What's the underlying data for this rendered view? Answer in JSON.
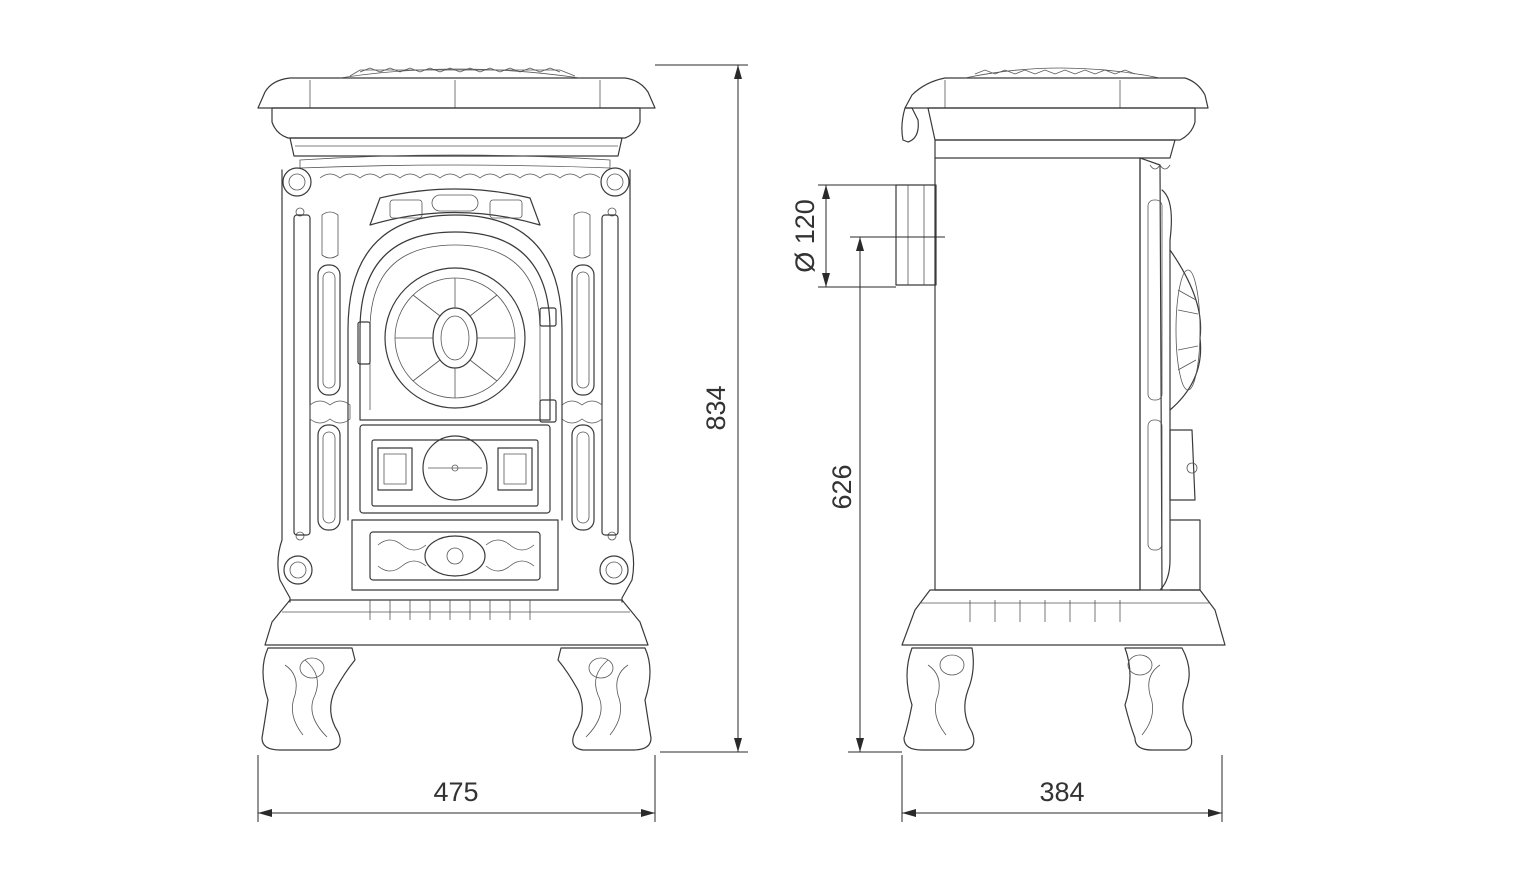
{
  "dimensions": {
    "front_width": "475",
    "total_height": "834",
    "side_depth": "384",
    "flue_height": "626",
    "flue_diameter": "Ø 120"
  },
  "colors": {
    "line": "#3a3a3a",
    "background": "#ffffff"
  }
}
